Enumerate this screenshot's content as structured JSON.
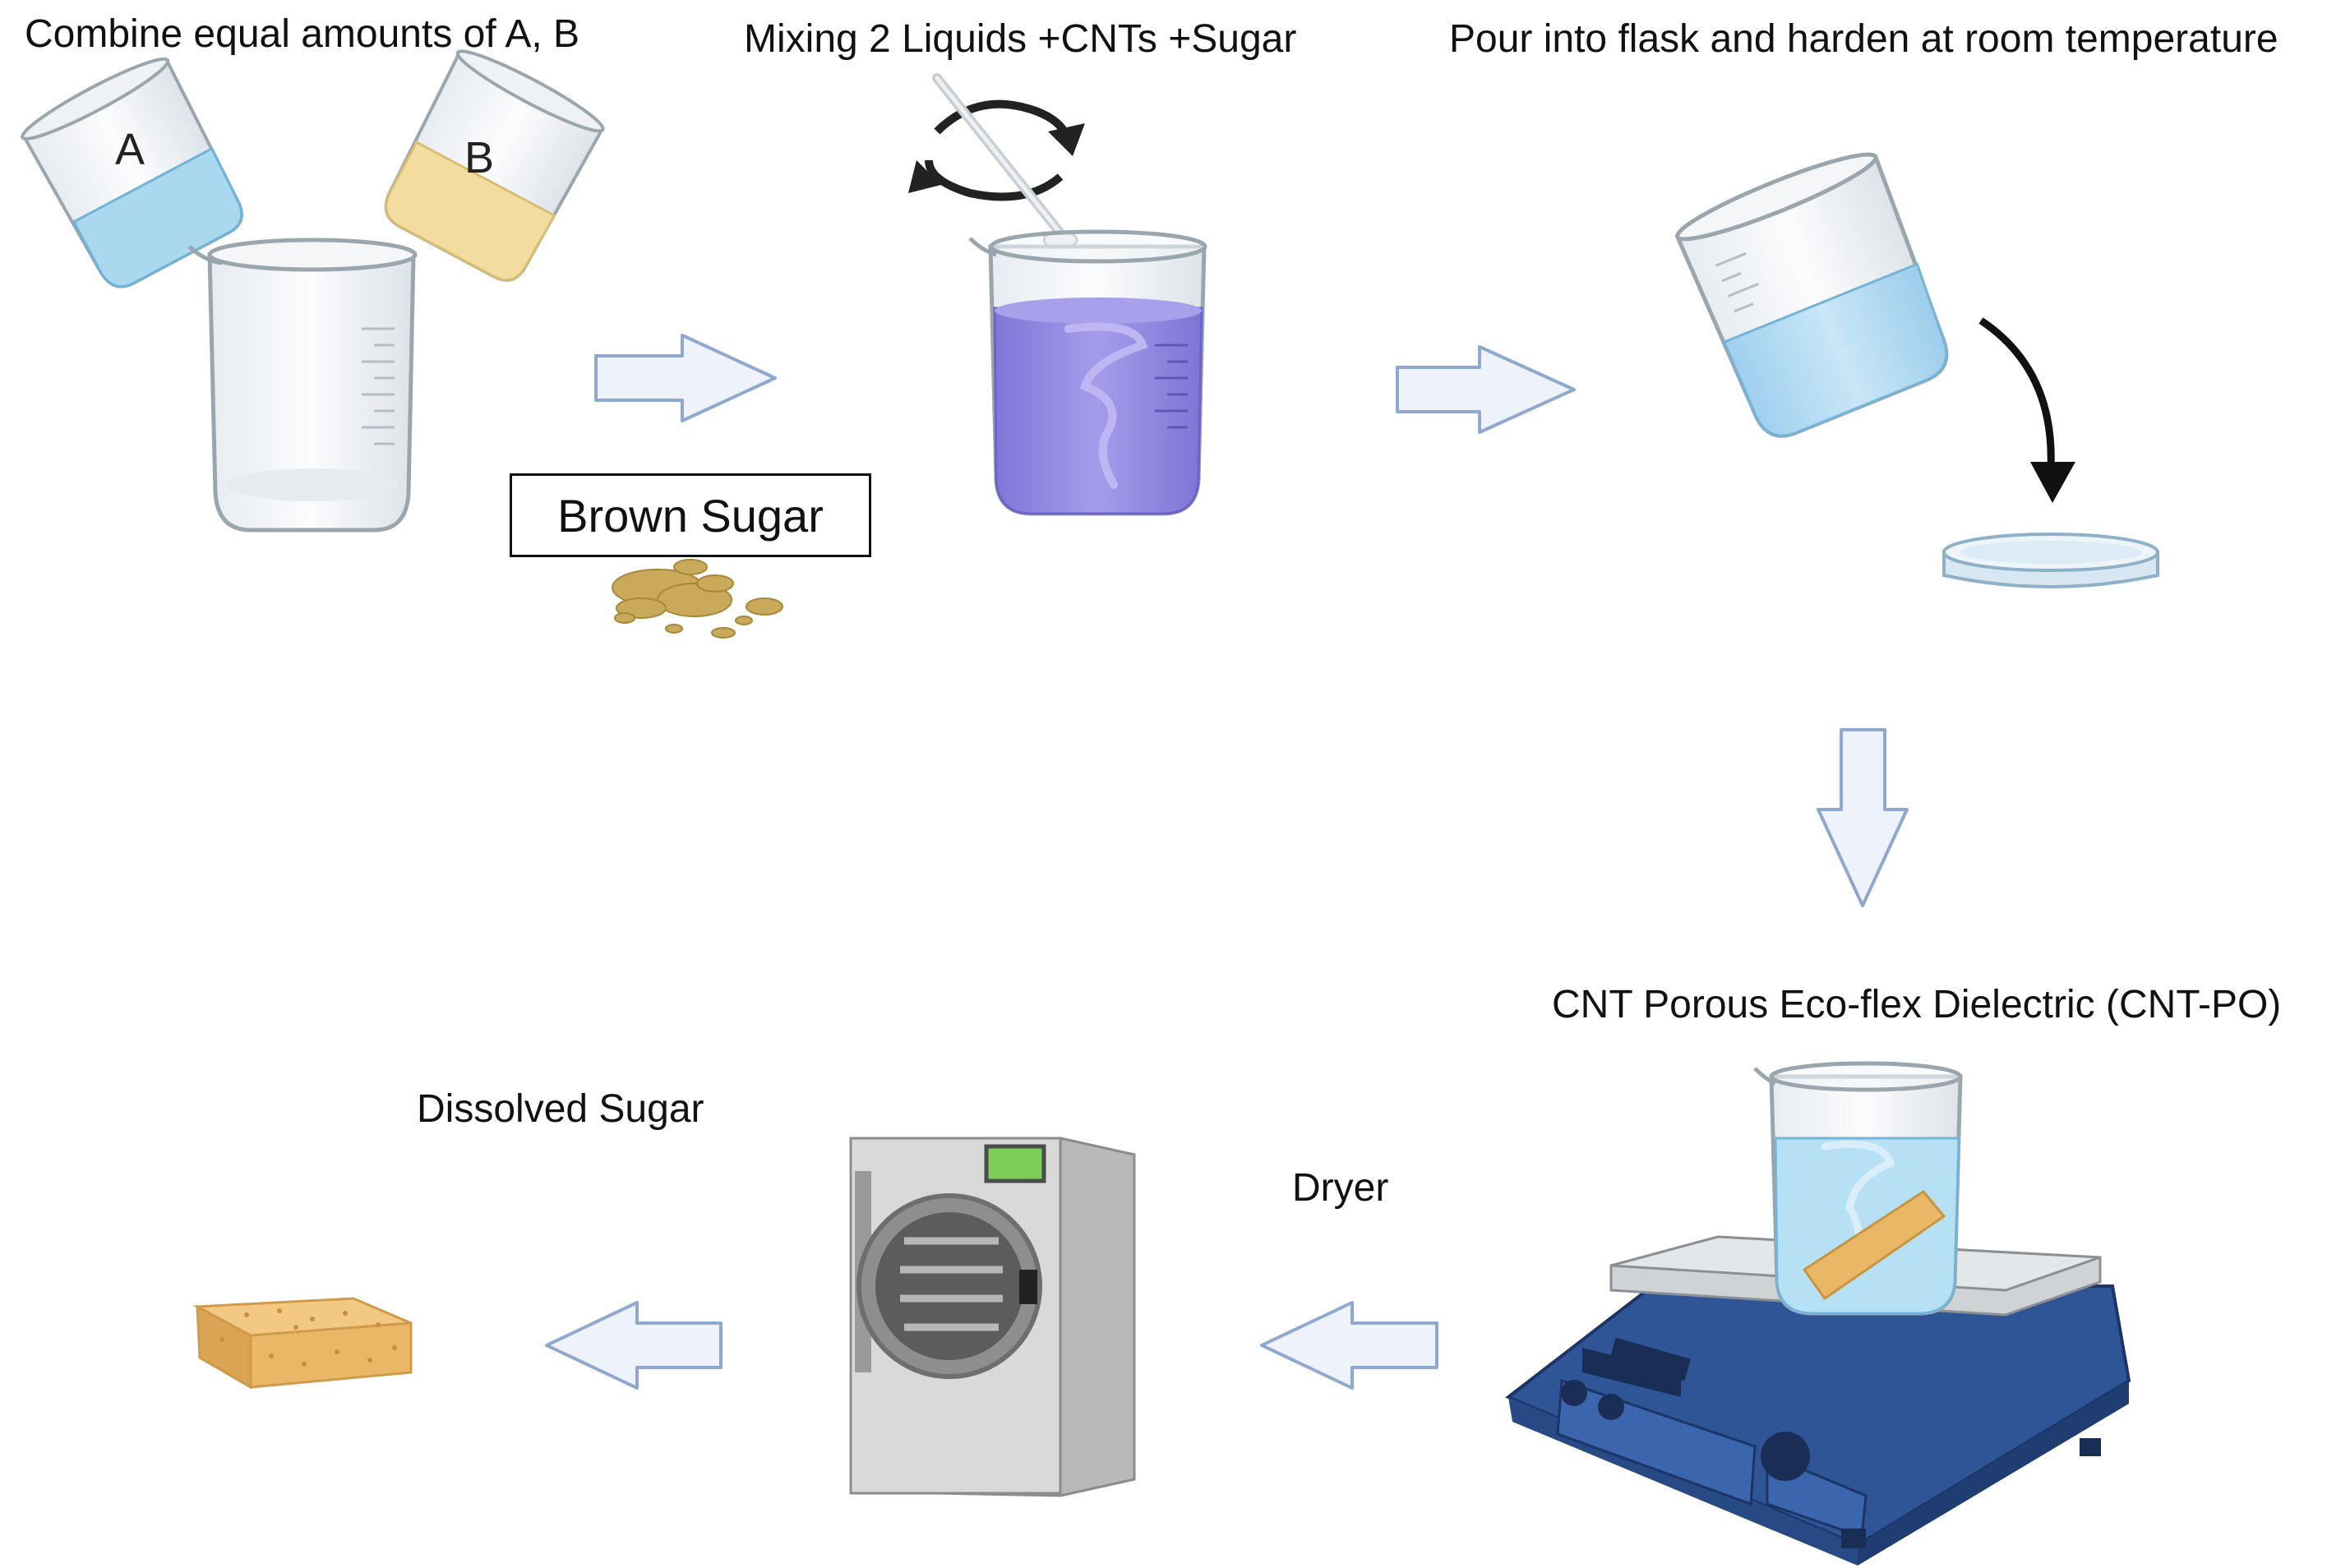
{
  "steps": {
    "combine": "Combine equal amounts of A, B",
    "mixing": "Mixing 2 Liquids +CNTs +Sugar",
    "pour": "Pour into flask and harden at room temperature",
    "cntpo": "CNT Porous Eco-flex Dielectric (CNT-PO)",
    "dryer": "Dryer",
    "dissolved": "Dissolved Sugar"
  },
  "beaker_labels": {
    "a": "A",
    "b": "B"
  },
  "brown_sugar": "Brown Sugar",
  "icons": [
    "beaker-icon",
    "stir-rod-icon",
    "rotate-arrows-icon",
    "petri-dish-icon",
    "hot-plate-stirrer-icon",
    "freeze-dryer-icon",
    "sponge-icon",
    "flow-arrow-icon"
  ],
  "colors": {
    "liquid_a": "#a9d8ef",
    "liquid_b": "#f3dca0",
    "mix": "#8f86e0",
    "flow_arrow_fill": "#eef3fb",
    "flow_arrow_stroke": "#8fa8cf",
    "stirrer_body": "#2f5597",
    "sponge": "#e9b866"
  }
}
